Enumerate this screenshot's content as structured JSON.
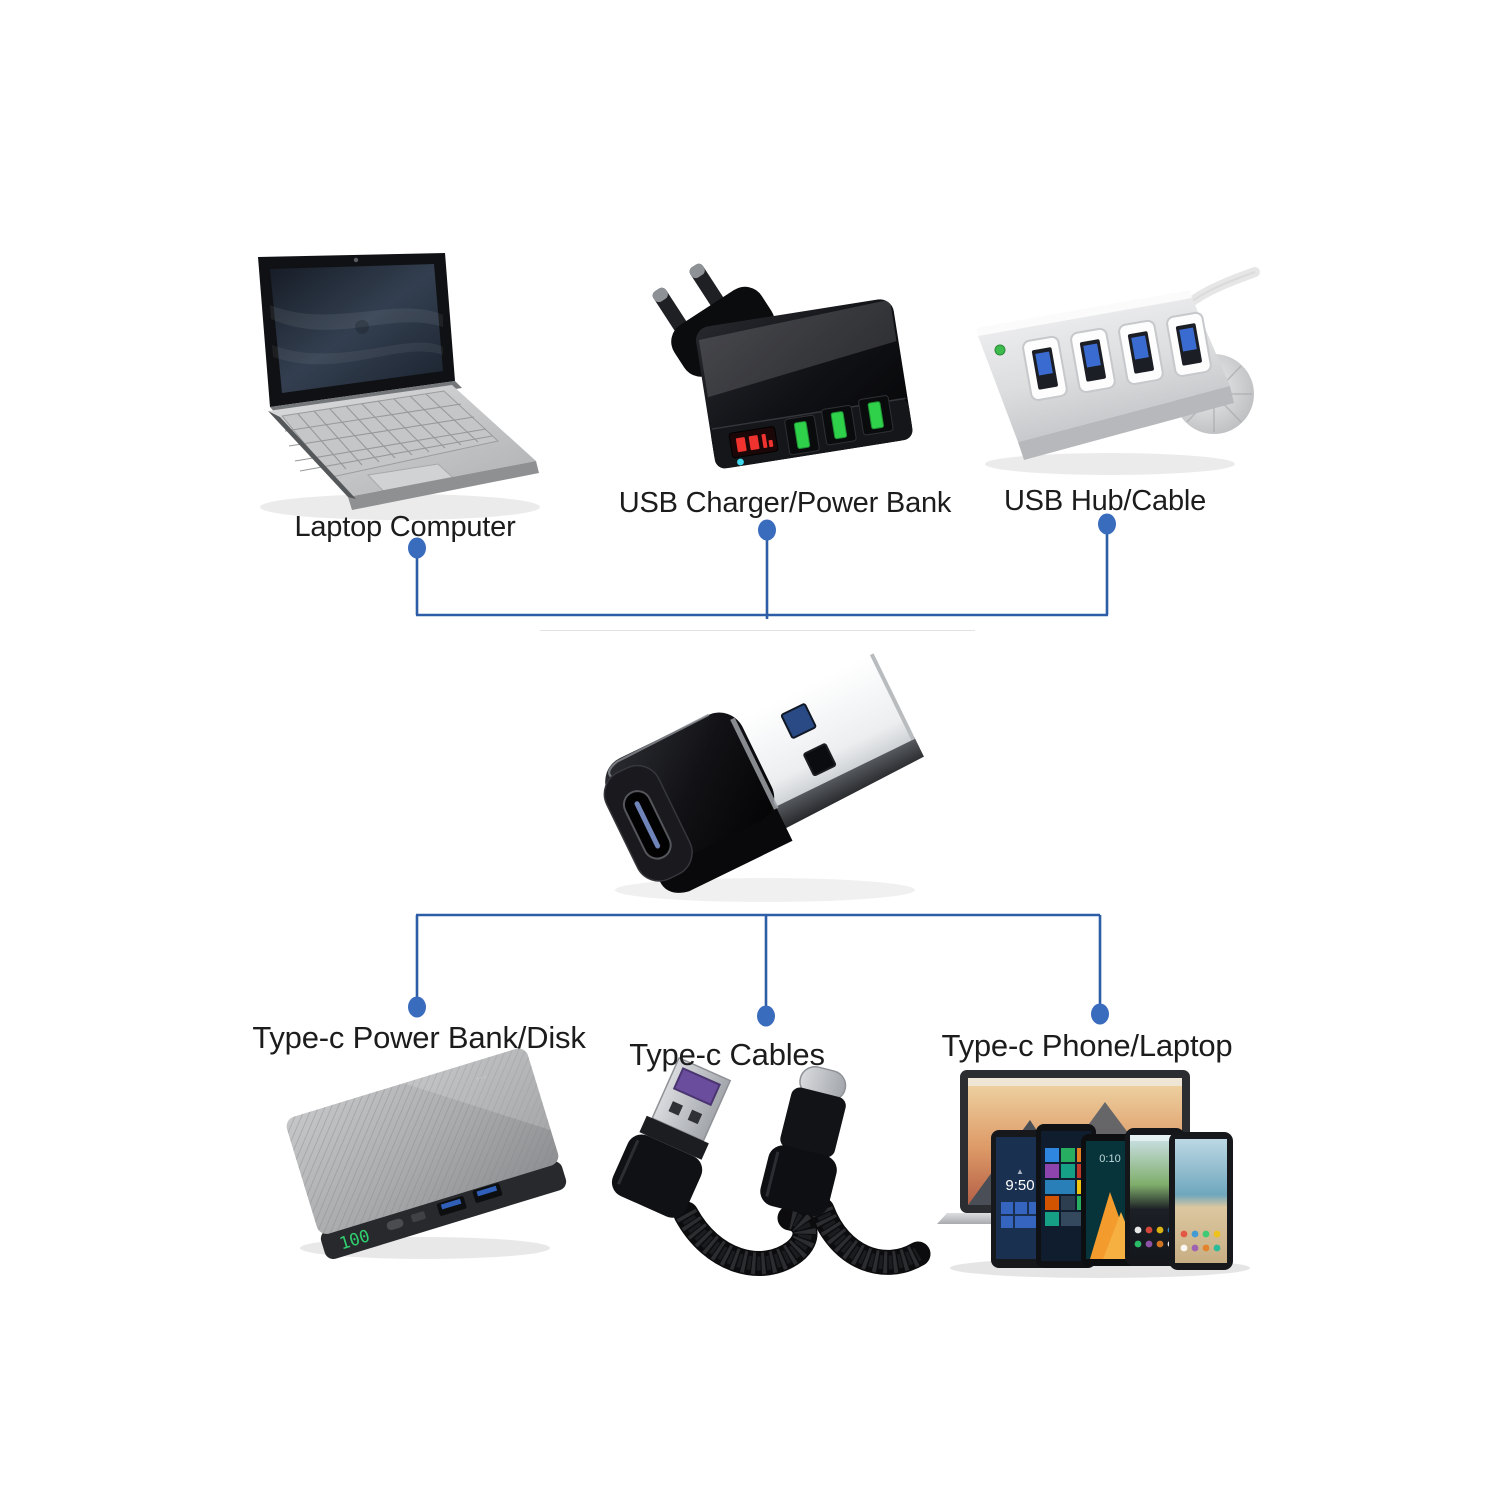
{
  "page": {
    "background": "#ffffff"
  },
  "diagram": {
    "accent_line_color": "#2e5da7",
    "accent_dot_color": "#3a6cbe",
    "label_color": "#1c1c1c",
    "top_row": {
      "items": [
        {
          "label": "Laptop Computer"
        },
        {
          "label": "USB Charger/Power Bank"
        },
        {
          "label": "USB Hub/Cable"
        }
      ]
    },
    "center_device": {
      "name": "USB-C female to USB-A male adapter"
    },
    "bottom_row": {
      "items": [
        {
          "label": "Type-c Power Bank/Disk"
        },
        {
          "label": "Type-c Cables"
        },
        {
          "label": "Type-c Phone/Laptop"
        }
      ]
    },
    "details": {
      "power_bank_display": "100",
      "phone_clock": "9:50"
    }
  }
}
